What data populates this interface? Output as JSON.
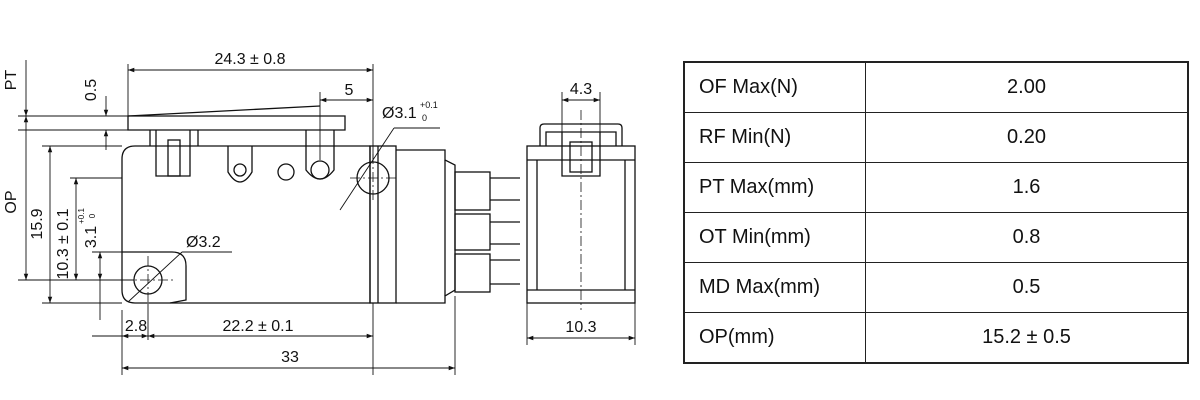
{
  "dimensions": {
    "overall_lever": "24.3 ± 0.8",
    "pretravel": "PT",
    "lever_offset": "0.5",
    "hinge_to_edge": "5",
    "hole_top_main": "Ø3.1",
    "hole_top_tol_upper": "+0.1",
    "hole_top_tol_lower": "0",
    "op": "OP",
    "height_body": "15.9",
    "hole_height": "10.3 ± 0.1",
    "hole_spacing_main": "3.1",
    "hole_spacing_tol_upper": "+0.1",
    "hole_spacing_tol_lower": "0",
    "mount_hole": "Ø3.2",
    "hole_edge": "2.8",
    "hole_pitch": "22.2 ± 0.1",
    "body_length": "33",
    "plunger_width": "4.3",
    "body_width": "10.3"
  },
  "specs": [
    {
      "label": "OF Max(N)",
      "value": "2.00"
    },
    {
      "label": "RF Min(N)",
      "value": "0.20"
    },
    {
      "label": "PT Max(mm)",
      "value": "1.6"
    },
    {
      "label": "OT Min(mm)",
      "value": "0.8"
    },
    {
      "label": "MD Max(mm)",
      "value": "0.5"
    },
    {
      "label": "OP(mm)",
      "value": "15.2 ± 0.5"
    }
  ]
}
